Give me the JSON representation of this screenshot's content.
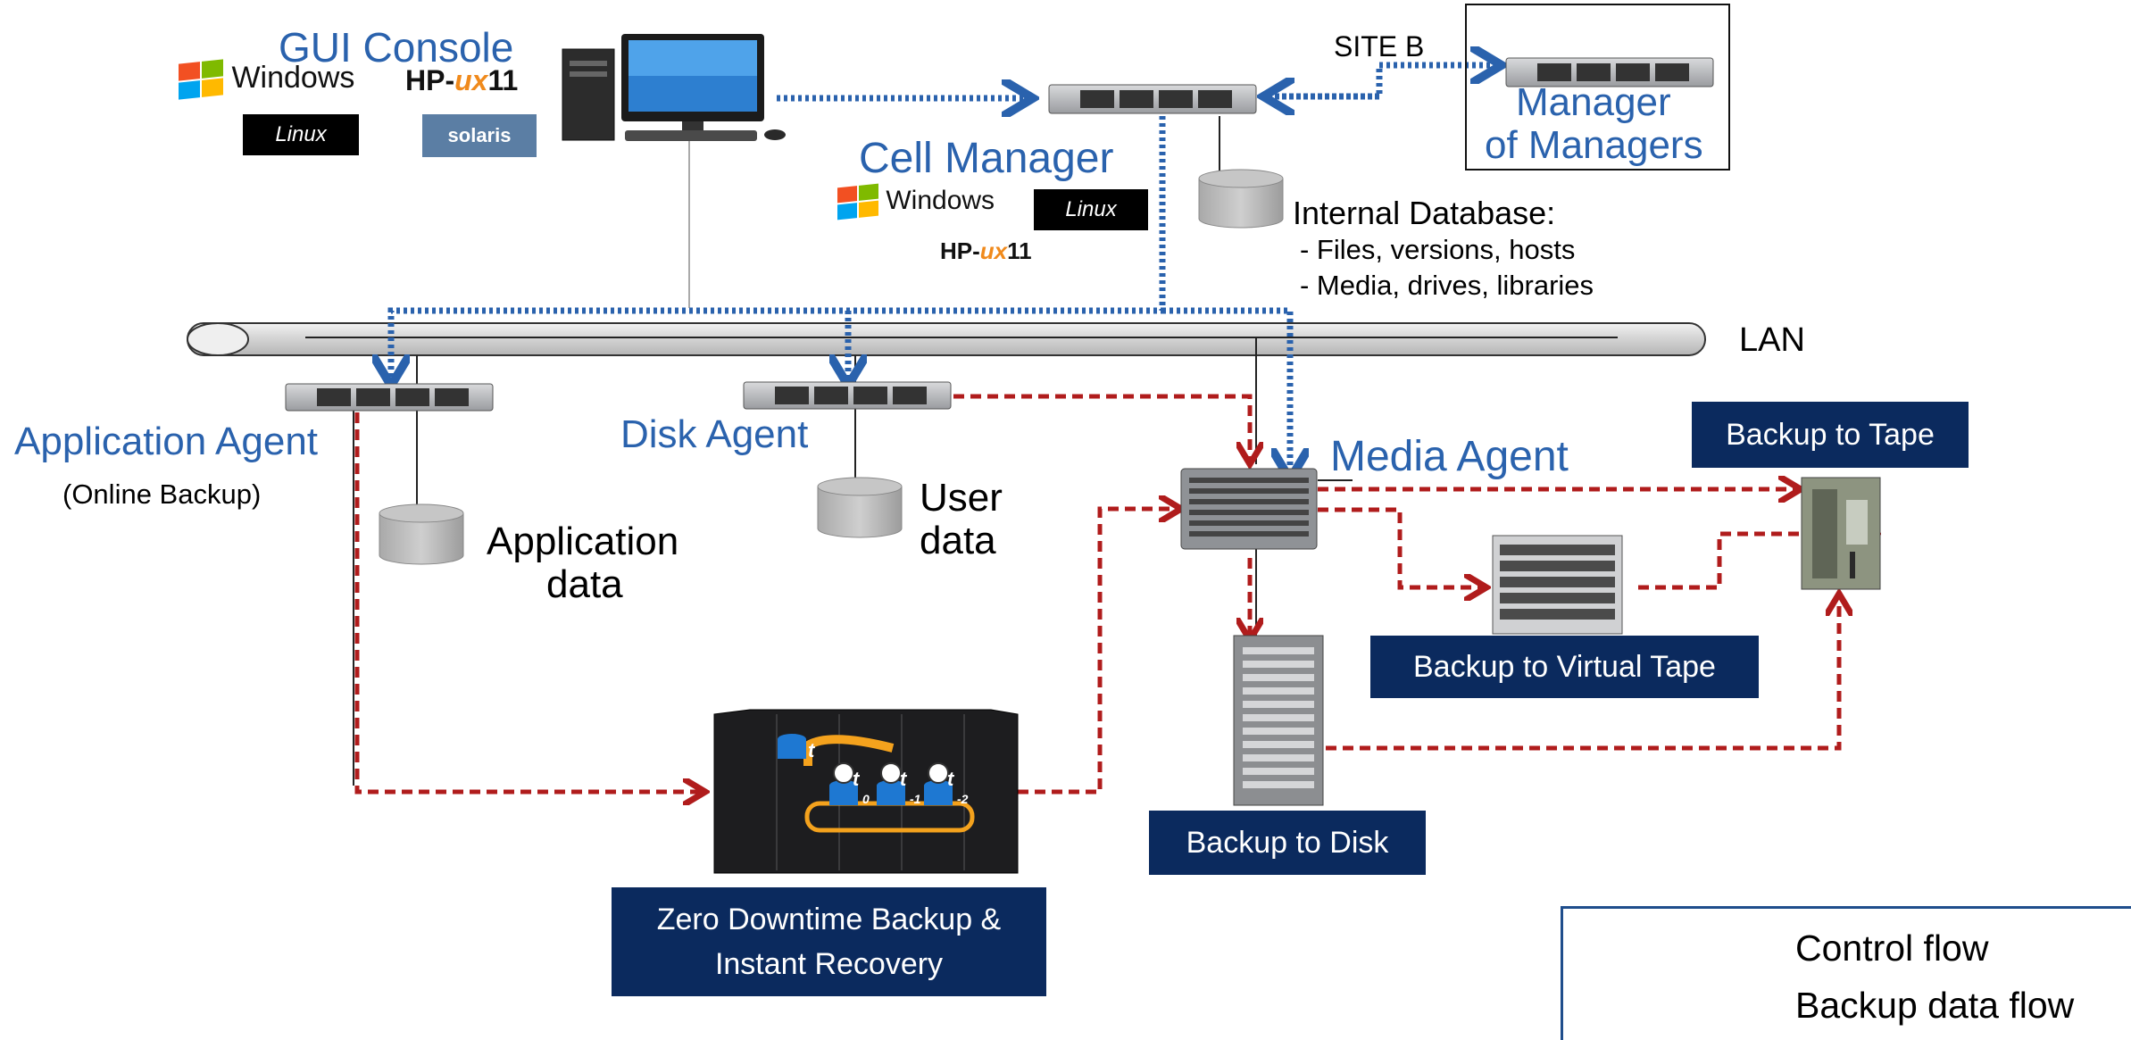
{
  "nodes": {
    "gui_console": {
      "title": "GUI Console"
    },
    "cell_manager": {
      "title": "Cell Manager"
    },
    "site_b": {
      "label": "SITE B"
    },
    "manager_of_managers": {
      "line1": "Manager",
      "line2": "of Managers"
    },
    "internal_db": {
      "title": "Internal Database:",
      "items": [
        "- Files, versions, hosts",
        "- Media, drives, libraries"
      ]
    },
    "lan": {
      "label": "LAN"
    },
    "application_agent": {
      "title": "Application Agent",
      "subtitle": "(Online Backup)",
      "data_line1": "Application",
      "data_line2": "data"
    },
    "disk_agent": {
      "title": "Disk Agent",
      "data_line1": "User",
      "data_line2": "data"
    },
    "media_agent": {
      "title": "Media Agent"
    }
  },
  "targets": {
    "tape": "Backup to Tape",
    "virtual_tape": "Backup to Virtual Tape",
    "disk": "Backup to Disk",
    "zdb_line1": "Zero Downtime Backup &",
    "zdb_line2": "Instant Recovery"
  },
  "zdb_icon_labels": [
    "t",
    "t",
    "0",
    "t",
    "-1",
    "t",
    "-2"
  ],
  "logos": {
    "windows": "Windows",
    "hpux_prefix": "HP-",
    "hpux_mark": "ux",
    "hpux_version": "11",
    "linux": "Linux",
    "solaris": "solaris"
  },
  "legend": {
    "control": "Control flow",
    "backup": "Backup data flow"
  },
  "colors": {
    "control_flow": "#2a62ad",
    "backup_flow": "#b01c1c",
    "label_blue": "#2a62ad",
    "target_box": "#0b2a5e"
  }
}
